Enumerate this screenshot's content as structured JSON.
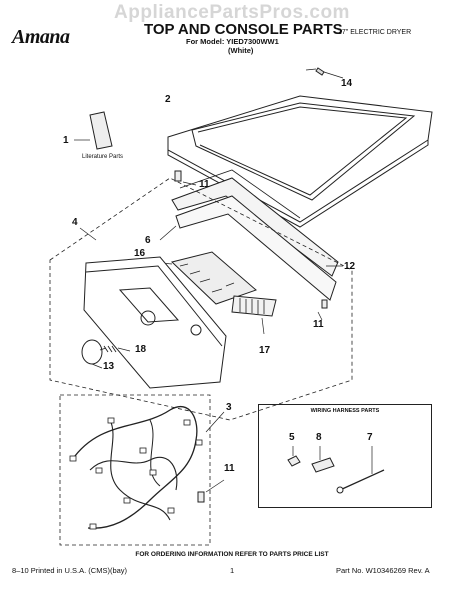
{
  "watermark": "AppliancePartsPros.com",
  "brand": "Amana",
  "title": "TOP AND CONSOLE PARTS",
  "subtitle": "27\" ELECTRIC DRYER",
  "model_line": "For Model: YIED7300WW1",
  "color_line": "(White)",
  "literature_label": "Literature Parts",
  "callouts": [
    "1",
    "2",
    "3",
    "4",
    "5",
    "6",
    "7",
    "8",
    "11",
    "11",
    "11",
    "12",
    "13",
    "14",
    "16",
    "17",
    "18"
  ],
  "harness_title": "WIRING HARNESS PARTS",
  "order_note": "FOR ORDERING INFORMATION REFER TO PARTS PRICE LIST",
  "footer": {
    "printed": "8–10 Printed in U.S.A. (CMS)(bay)",
    "page": "1",
    "part_no": "Part No. W10346269 Rev. A"
  }
}
